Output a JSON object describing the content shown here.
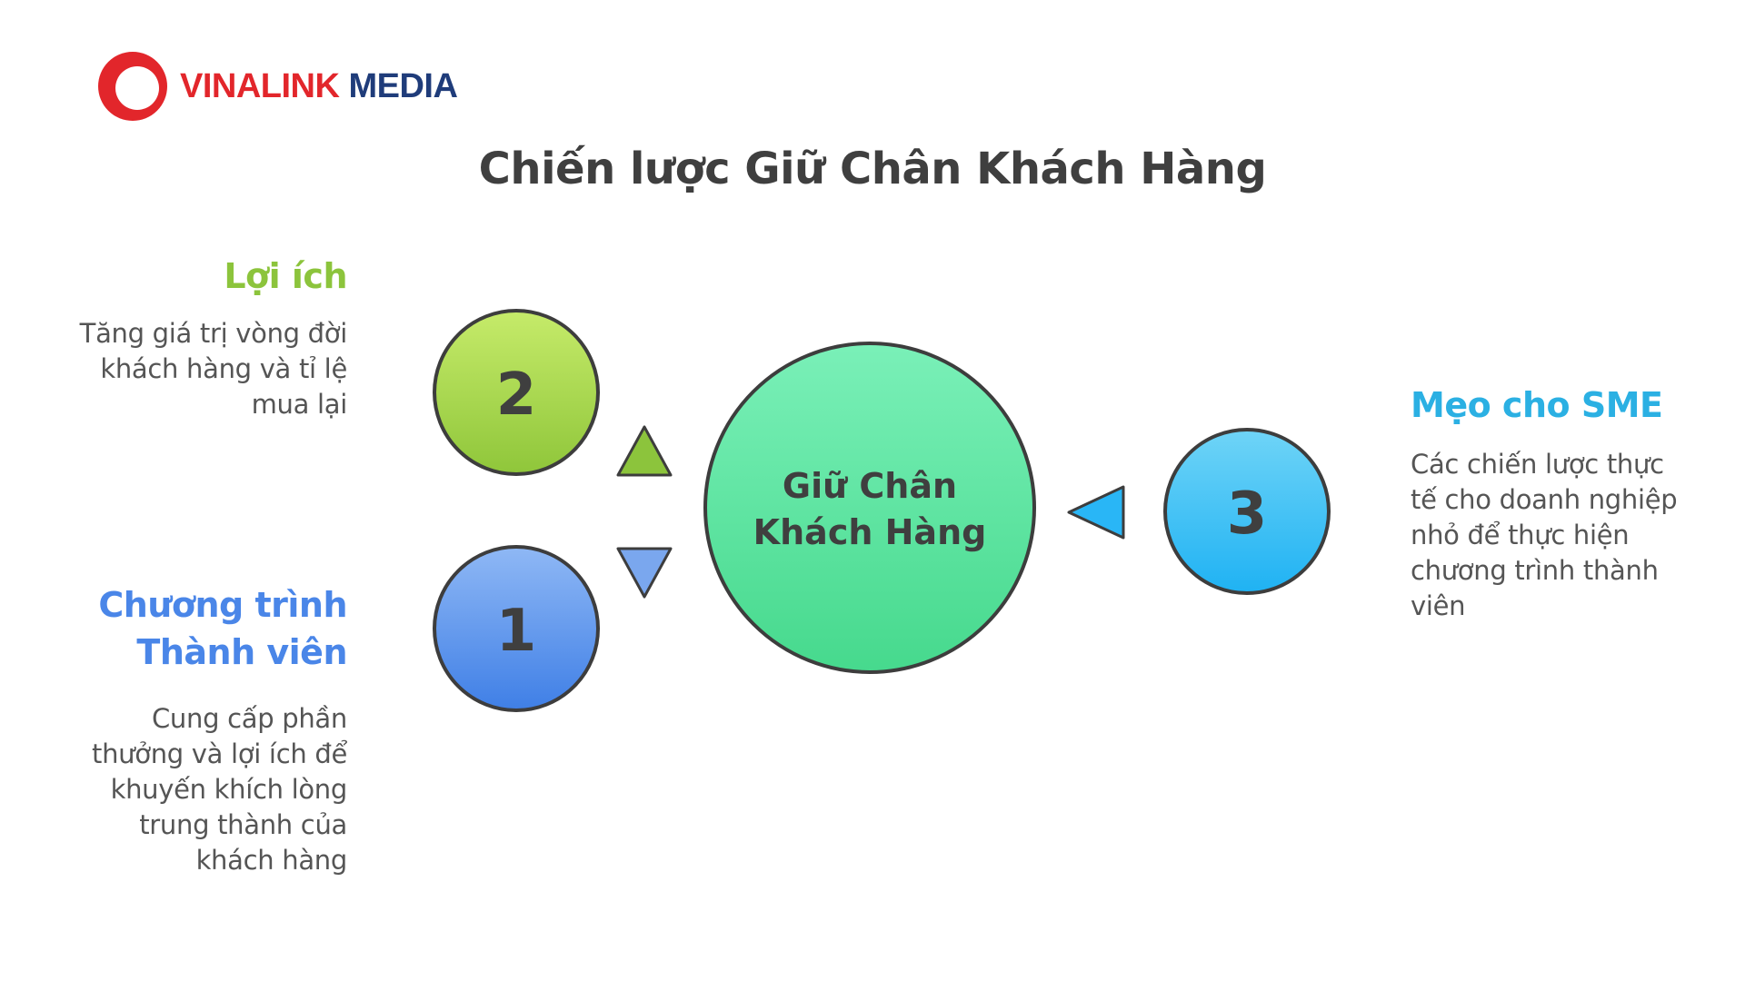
{
  "brand": {
    "name_part1": "VINALINK",
    "name_part2": "MEDIA",
    "logo_icon": "ring-logo-icon",
    "colors": {
      "primary": "#e2262b",
      "secondary": "#1f3c7a"
    }
  },
  "title": "Chiến lược Giữ Chân Khách Hàng",
  "center": {
    "line1": "Giữ Chân",
    "line2": "Khách Hàng",
    "color": "#5fe3a1"
  },
  "items": [
    {
      "number": "1",
      "heading_line1": "Chương trình",
      "heading_line2": "Thành viên",
      "description_lines": [
        "Cung cấp phần",
        "thưởng và lợi ích để",
        "khuyến khích lòng",
        "trung thành của",
        "khách hàng"
      ],
      "color": "#4a86e8",
      "heading_color": "#4a86e8",
      "arrow_icon": "triangle-down-icon"
    },
    {
      "number": "2",
      "heading_line1": "Lợi ích",
      "description_lines": [
        "Tăng giá trị vòng đời",
        "khách hàng và tỉ lệ",
        "mua lại"
      ],
      "color": "#9acd32",
      "heading_color": "#8cc43c",
      "arrow_icon": "triangle-up-icon"
    },
    {
      "number": "3",
      "heading_line1": "Mẹo cho SME",
      "description_lines": [
        "Các chiến lược thực",
        "tế cho doanh nghiệp",
        "nhỏ để thực hiện",
        "chương trình thành",
        "viên"
      ],
      "color": "#29b6f6",
      "heading_color": "#2bb0e3",
      "arrow_icon": "triangle-left-icon"
    }
  ]
}
